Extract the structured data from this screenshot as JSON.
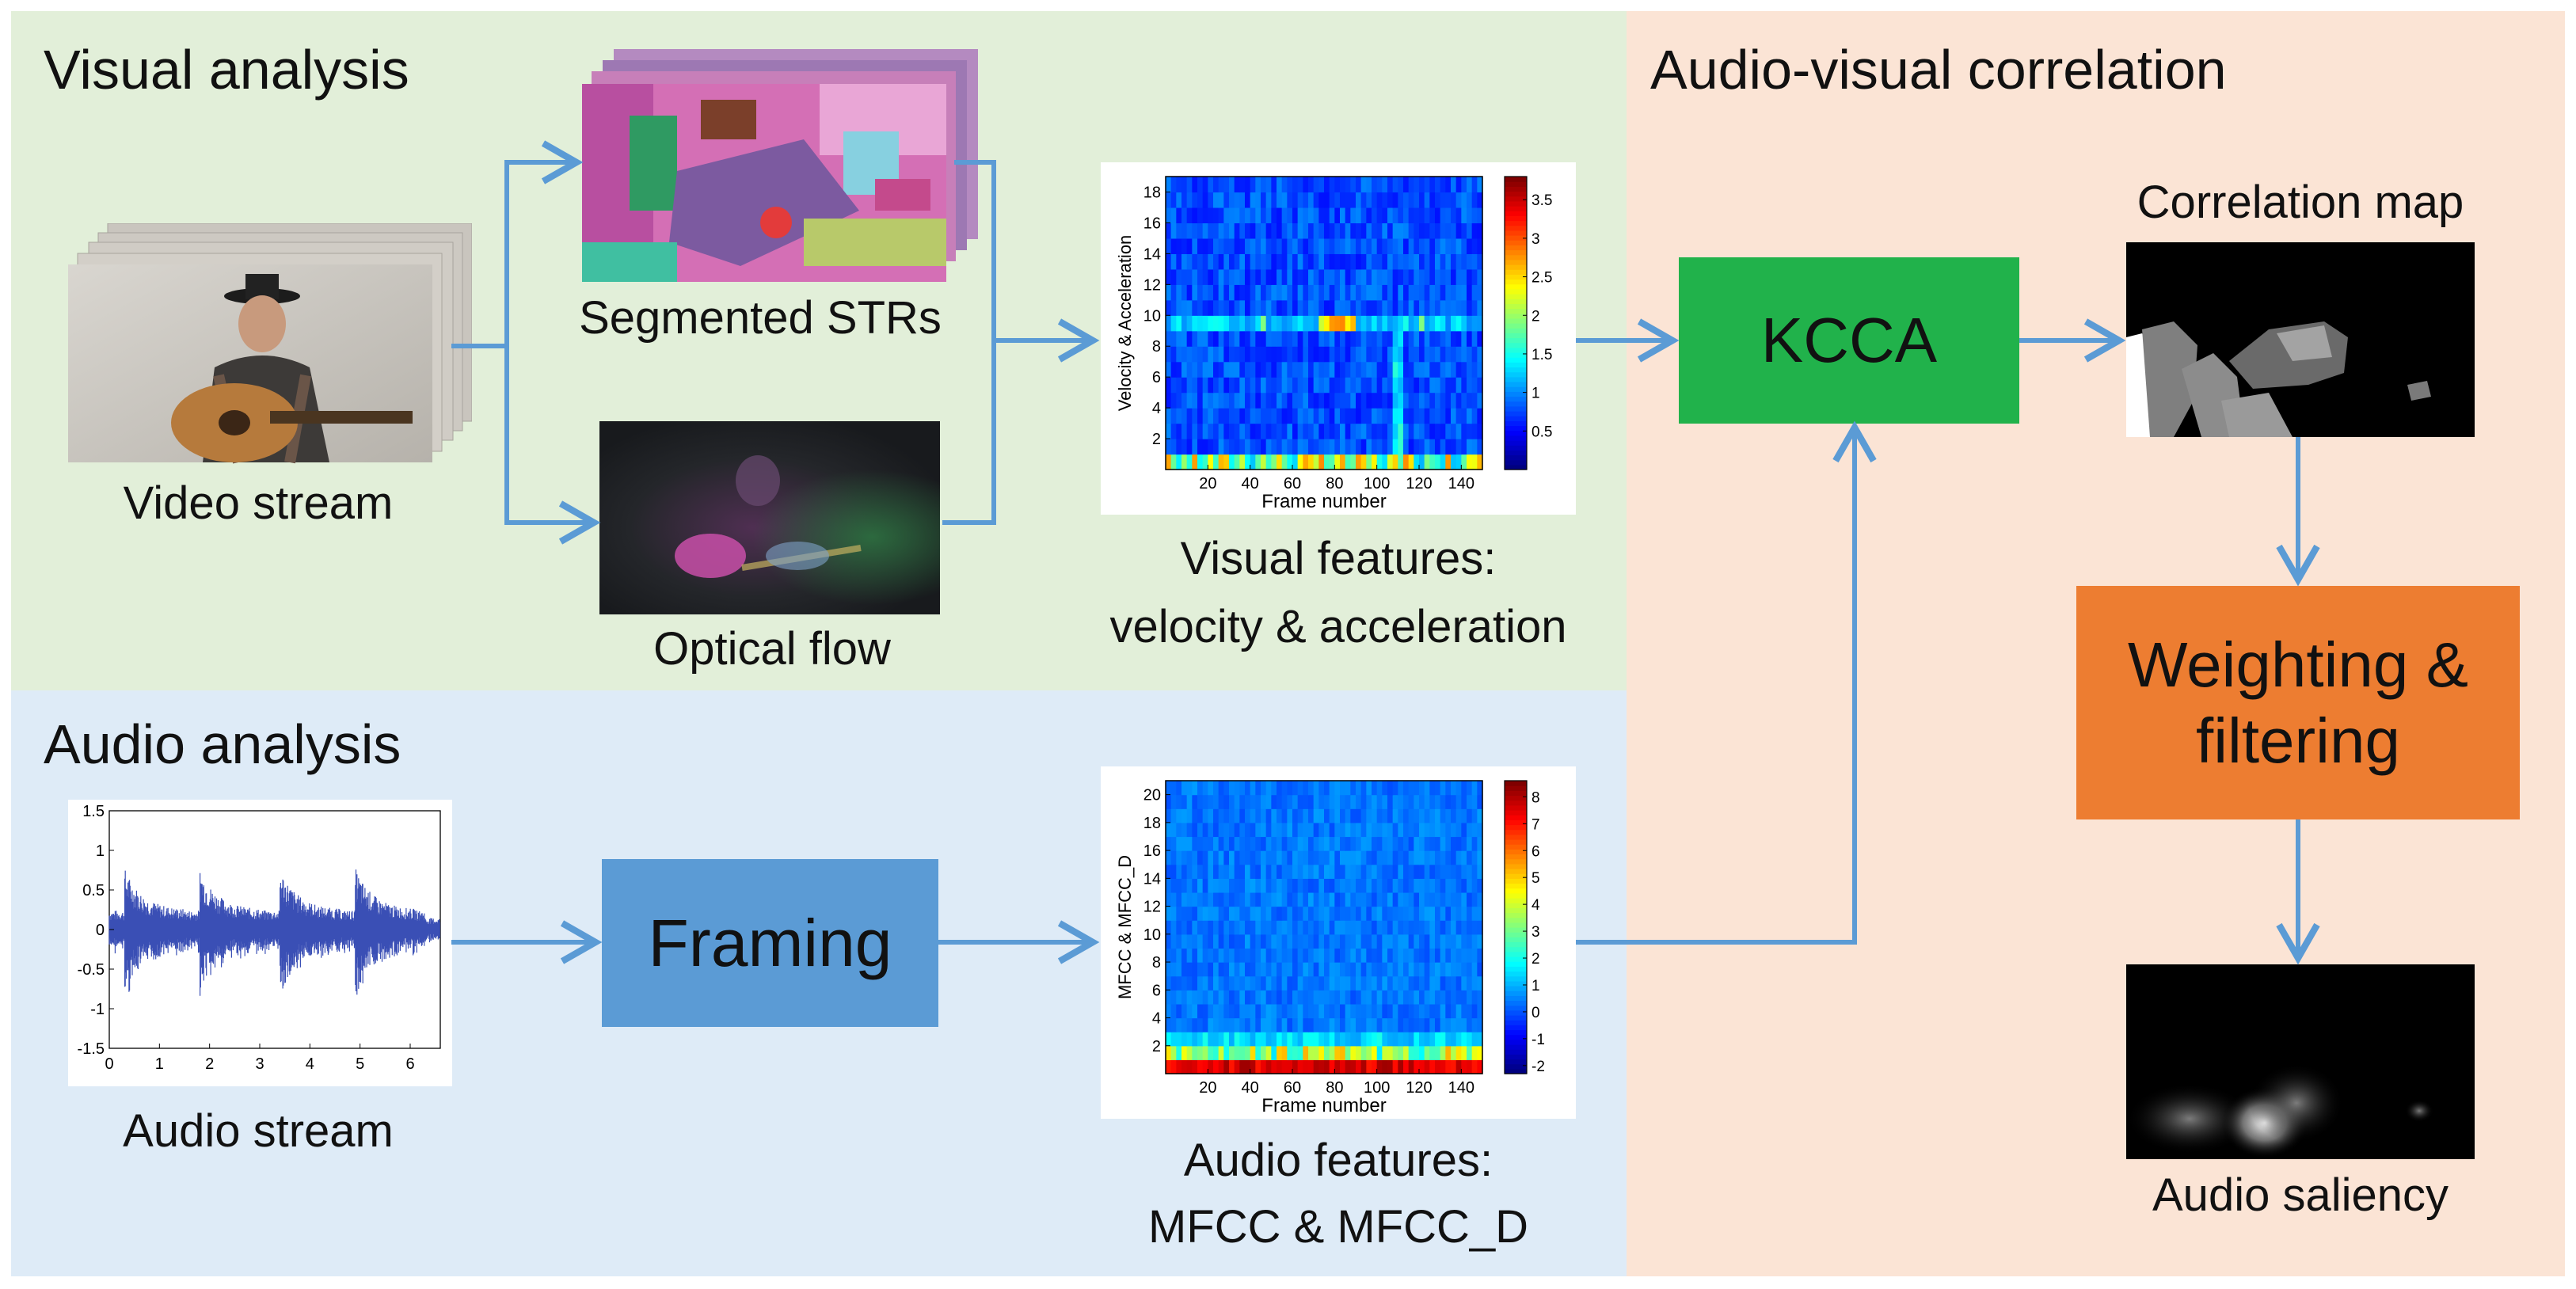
{
  "sections": {
    "visual": {
      "title": "Visual analysis",
      "color": "#e2efd9"
    },
    "audio": {
      "title": "Audio analysis",
      "color": "#deebf7"
    },
    "correlation": {
      "title": "Audio-visual correlation",
      "color": "#fbe4d5"
    }
  },
  "captions": {
    "video_stream": "Video stream",
    "segmented_strs": "Segmented STRs",
    "optical_flow": "Optical flow",
    "visual_features_1": "Visual features:",
    "visual_features_2": "velocity & acceleration",
    "audio_stream": "Audio stream",
    "audio_features_1": "Audio features:",
    "audio_features_2": "MFCC & MFCC_D",
    "correlation_map": "Correlation map",
    "audio_saliency": "Audio saliency"
  },
  "boxes": {
    "framing": {
      "label": "Framing",
      "color": "#5b9bd5"
    },
    "kcca": {
      "label": "KCCA",
      "color": "#21b24b"
    },
    "weighting_1": "Weighting &",
    "weighting_2": "filtering",
    "weighting_color": "#ed7d31"
  },
  "arrow_color": "#5b9bd5",
  "chart_data": [
    {
      "type": "heatmap",
      "ylabel": "Velocity & Acceleration",
      "xlabel": "Frame number",
      "x_ticks": [
        "20",
        "40",
        "60",
        "80",
        "100",
        "120",
        "140"
      ],
      "y_ticks": [
        "2",
        "4",
        "6",
        "8",
        "10",
        "12",
        "14",
        "16",
        "18"
      ],
      "colorbar_ticks": [
        "0.5",
        "1",
        "1.5",
        "2",
        "2.5",
        "3",
        "3.5"
      ],
      "xlim": [
        0,
        150
      ],
      "ylim": [
        0,
        19
      ],
      "clim": [
        0,
        3.8
      ]
    },
    {
      "type": "heatmap",
      "ylabel": "MFCC & MFCC_D",
      "xlabel": "Frame number",
      "x_ticks": [
        "20",
        "40",
        "60",
        "80",
        "100",
        "120",
        "140"
      ],
      "y_ticks": [
        "2",
        "4",
        "6",
        "8",
        "10",
        "12",
        "14",
        "16",
        "18",
        "20"
      ],
      "colorbar_ticks": [
        "-2",
        "-1",
        "0",
        "1",
        "2",
        "3",
        "4",
        "5",
        "6",
        "7",
        "8"
      ],
      "xlim": [
        0,
        150
      ],
      "ylim": [
        0,
        21
      ],
      "clim": [
        -2.3,
        8.6
      ]
    },
    {
      "type": "line",
      "x_ticks": [
        "0",
        "1",
        "2",
        "3",
        "4",
        "5",
        "6"
      ],
      "y_ticks": [
        "1.5",
        "1",
        "0.5",
        "0",
        "-0.5",
        "-1",
        "-1.5"
      ],
      "xlim": [
        0,
        6.6
      ],
      "ylim": [
        -1.5,
        1.5
      ]
    }
  ]
}
